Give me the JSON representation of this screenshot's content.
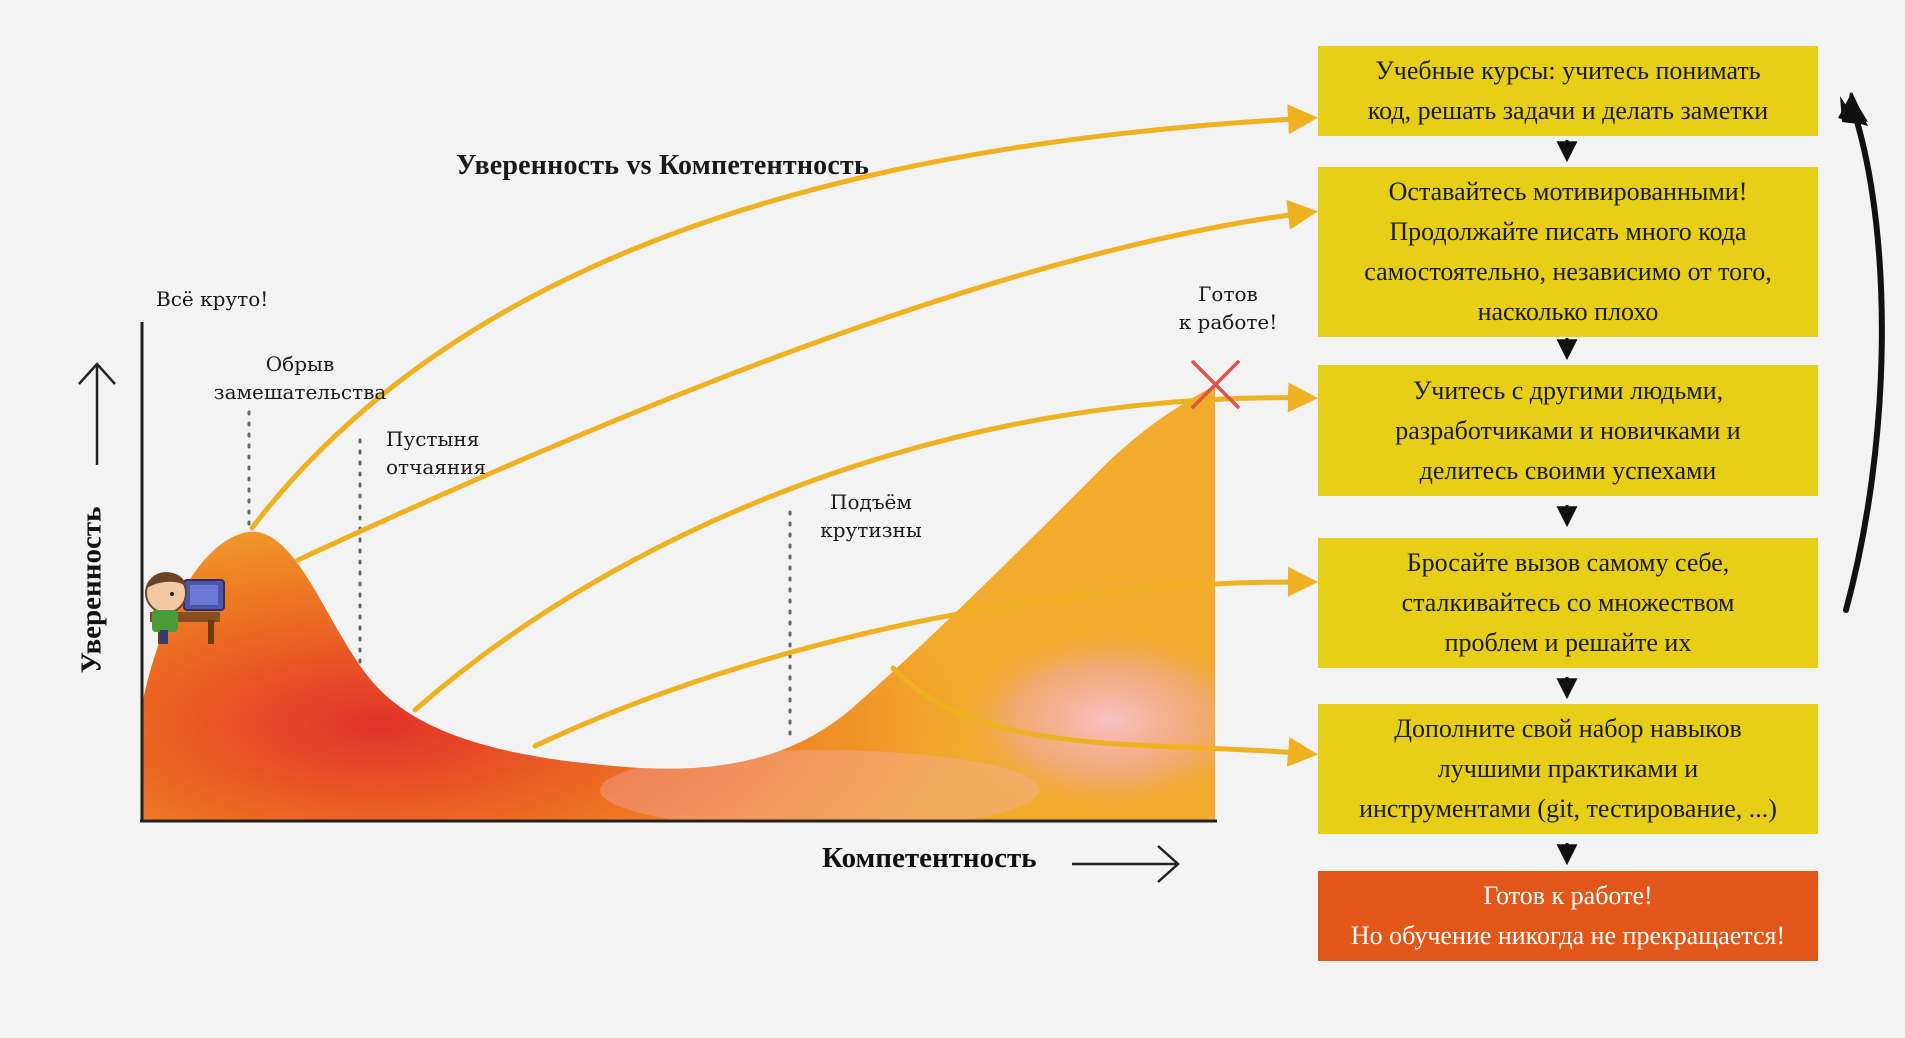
{
  "title": "Уверенность vs Компетентность",
  "axes": {
    "y_label": "Уверенность",
    "x_label": "Компетентность"
  },
  "phase_labels": {
    "all_cool": "Всё круто!",
    "cliff": "Обрыв\nзамешательства",
    "desert": "Пустыня\nотчаяния",
    "slope": "Подъём\nкрутизны",
    "job_ready": "Готов\nк работе!"
  },
  "steps": [
    {
      "text": "Учебные курсы: учитесь понимать\nкод, решать задачи и делать заметки"
    },
    {
      "text": "Оставайтесь мотивированными!\nПродолжайте писать много кода\nсамостоятельно, независимо от того,\nнасколько плохо"
    },
    {
      "text": "Учитесь с другими людьми,\nразработчиками и новичками и\nделитесь своими успехами"
    },
    {
      "text": "Бросайте вызов самому себе,\nсталкивайтесь со множеством\nпроблем и решайте их"
    },
    {
      "text": "Дополните свой набор навыков\nлучшими практиками и\nинструментами (git, тестирование, ...)"
    }
  ],
  "final_step": {
    "text": "Готов к работе!\nНо обучение никогда не прекращается!"
  },
  "colors": {
    "step_box": "#e6cf16",
    "final_box": "#e2561a",
    "arrow": "#f0b120",
    "curve_fill_outer": "#f2a82a",
    "curve_fill_inner": "#e2322a",
    "pink_glow": "#f6b6c4",
    "cross": "#e0524a"
  },
  "icons": {
    "character": "student-at-computer-icon",
    "finish_marker": "cross-mark-icon"
  }
}
